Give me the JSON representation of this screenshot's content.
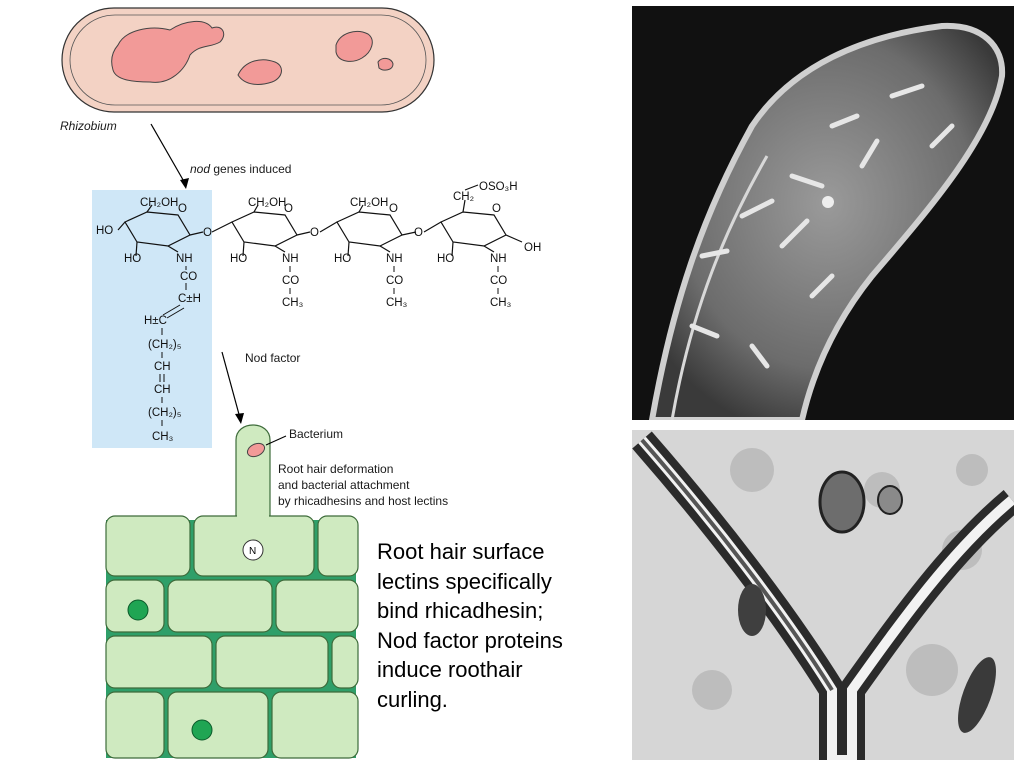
{
  "labels": {
    "rhizobium": "Rhizobium",
    "nod_genes_italic": "nod",
    "nod_genes_rest": " genes induced",
    "nod_factor": "Nod factor",
    "bacterium": "Bacterium",
    "deformation_line1": "Root hair deformation",
    "deformation_line2": "and bacterial attachment",
    "deformation_line3": "by rhicadhesins and host lectins",
    "nucleus": "N"
  },
  "caption": {
    "line1": "Root hair surface",
    "line2": "lectins specifically",
    "line3": "bind rhicadhesin;",
    "line4": "Nod factor proteins",
    "line5": "induce roothair",
    "line6": "curling."
  },
  "chem": {
    "ch2oh": "CH₂OH",
    "ho": "HO",
    "oh": "OH",
    "o": "O",
    "nh": "NH",
    "co": "CO",
    "ch3": "CH₃",
    "ch2_top": "CH₂",
    "oso3h": "OSO₃H",
    "c_h": "C±H",
    "h_c": "H±C",
    "ch2_5": "(CH₂)₅",
    "ch": "CH",
    "dbl": "||"
  },
  "colors": {
    "highlight_box": "#cfe7f7",
    "bacterium_fill": "#f3d2c4",
    "inclusion": "#f29a98",
    "cell_fill": "#cfeac0",
    "cell_outline": "#3d6b3a",
    "nucleus_green": "#1fa553",
    "gap": "#2f9f69"
  },
  "images": {
    "sem": "sem-micrograph-bacteria-on-root-hair",
    "tem": "tem-micrograph-infection-thread"
  }
}
